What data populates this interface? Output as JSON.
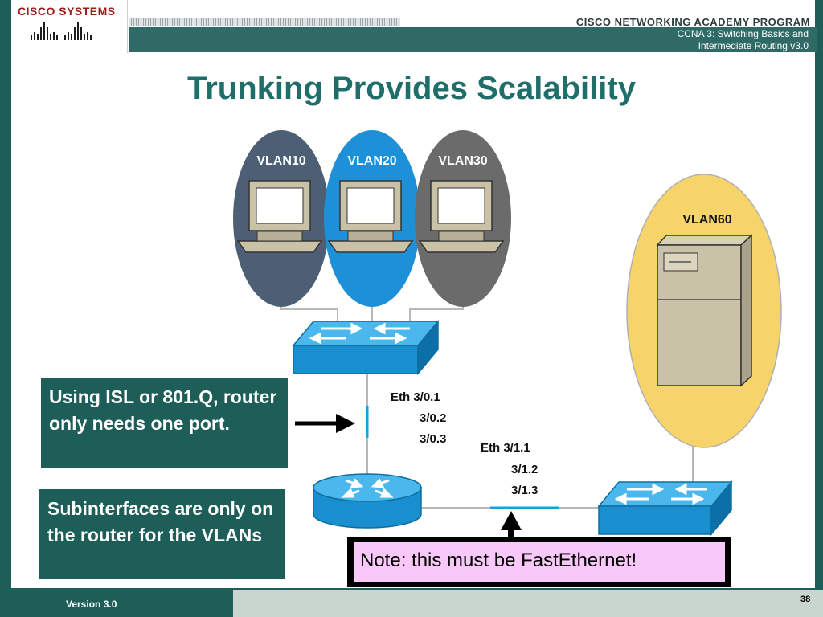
{
  "header": {
    "logo_text": "CISCO SYSTEMS",
    "academy": "CISCO NETWORKING ACADEMY PROGRAM",
    "course_line1": "CCNA 3: Switching Basics and",
    "course_line2": "Intermediate Routing v3.0"
  },
  "slide": {
    "title": "Trunking Provides Scalability"
  },
  "diagram": {
    "vlan_labels": [
      "VLAN10",
      "VLAN20",
      "VLAN30"
    ],
    "server_vlan": "VLAN60",
    "router_subinterfaces": [
      "Eth 3/0.1",
      "3/0.2",
      "3/0.3"
    ],
    "switch_link_subinterfaces": [
      "Eth 3/1.1",
      "3/1.2",
      "3/1.3"
    ]
  },
  "callouts": {
    "isl": "Using ISL or 801.Q, router only needs one port.",
    "subinterfaces": "Subinterfaces are only on the router for the VLANs"
  },
  "note": "Note: this must be FastEthernet!",
  "footer": {
    "version": "Version 3.0",
    "page": "38"
  },
  "colors": {
    "teal": "#1d5e58",
    "vlan10": "#4d5f75",
    "vlan20": "#1e90d8",
    "vlan30": "#6b6b6b",
    "vlan60": "#f7d46a",
    "device_blue": "#1aa0dc"
  }
}
